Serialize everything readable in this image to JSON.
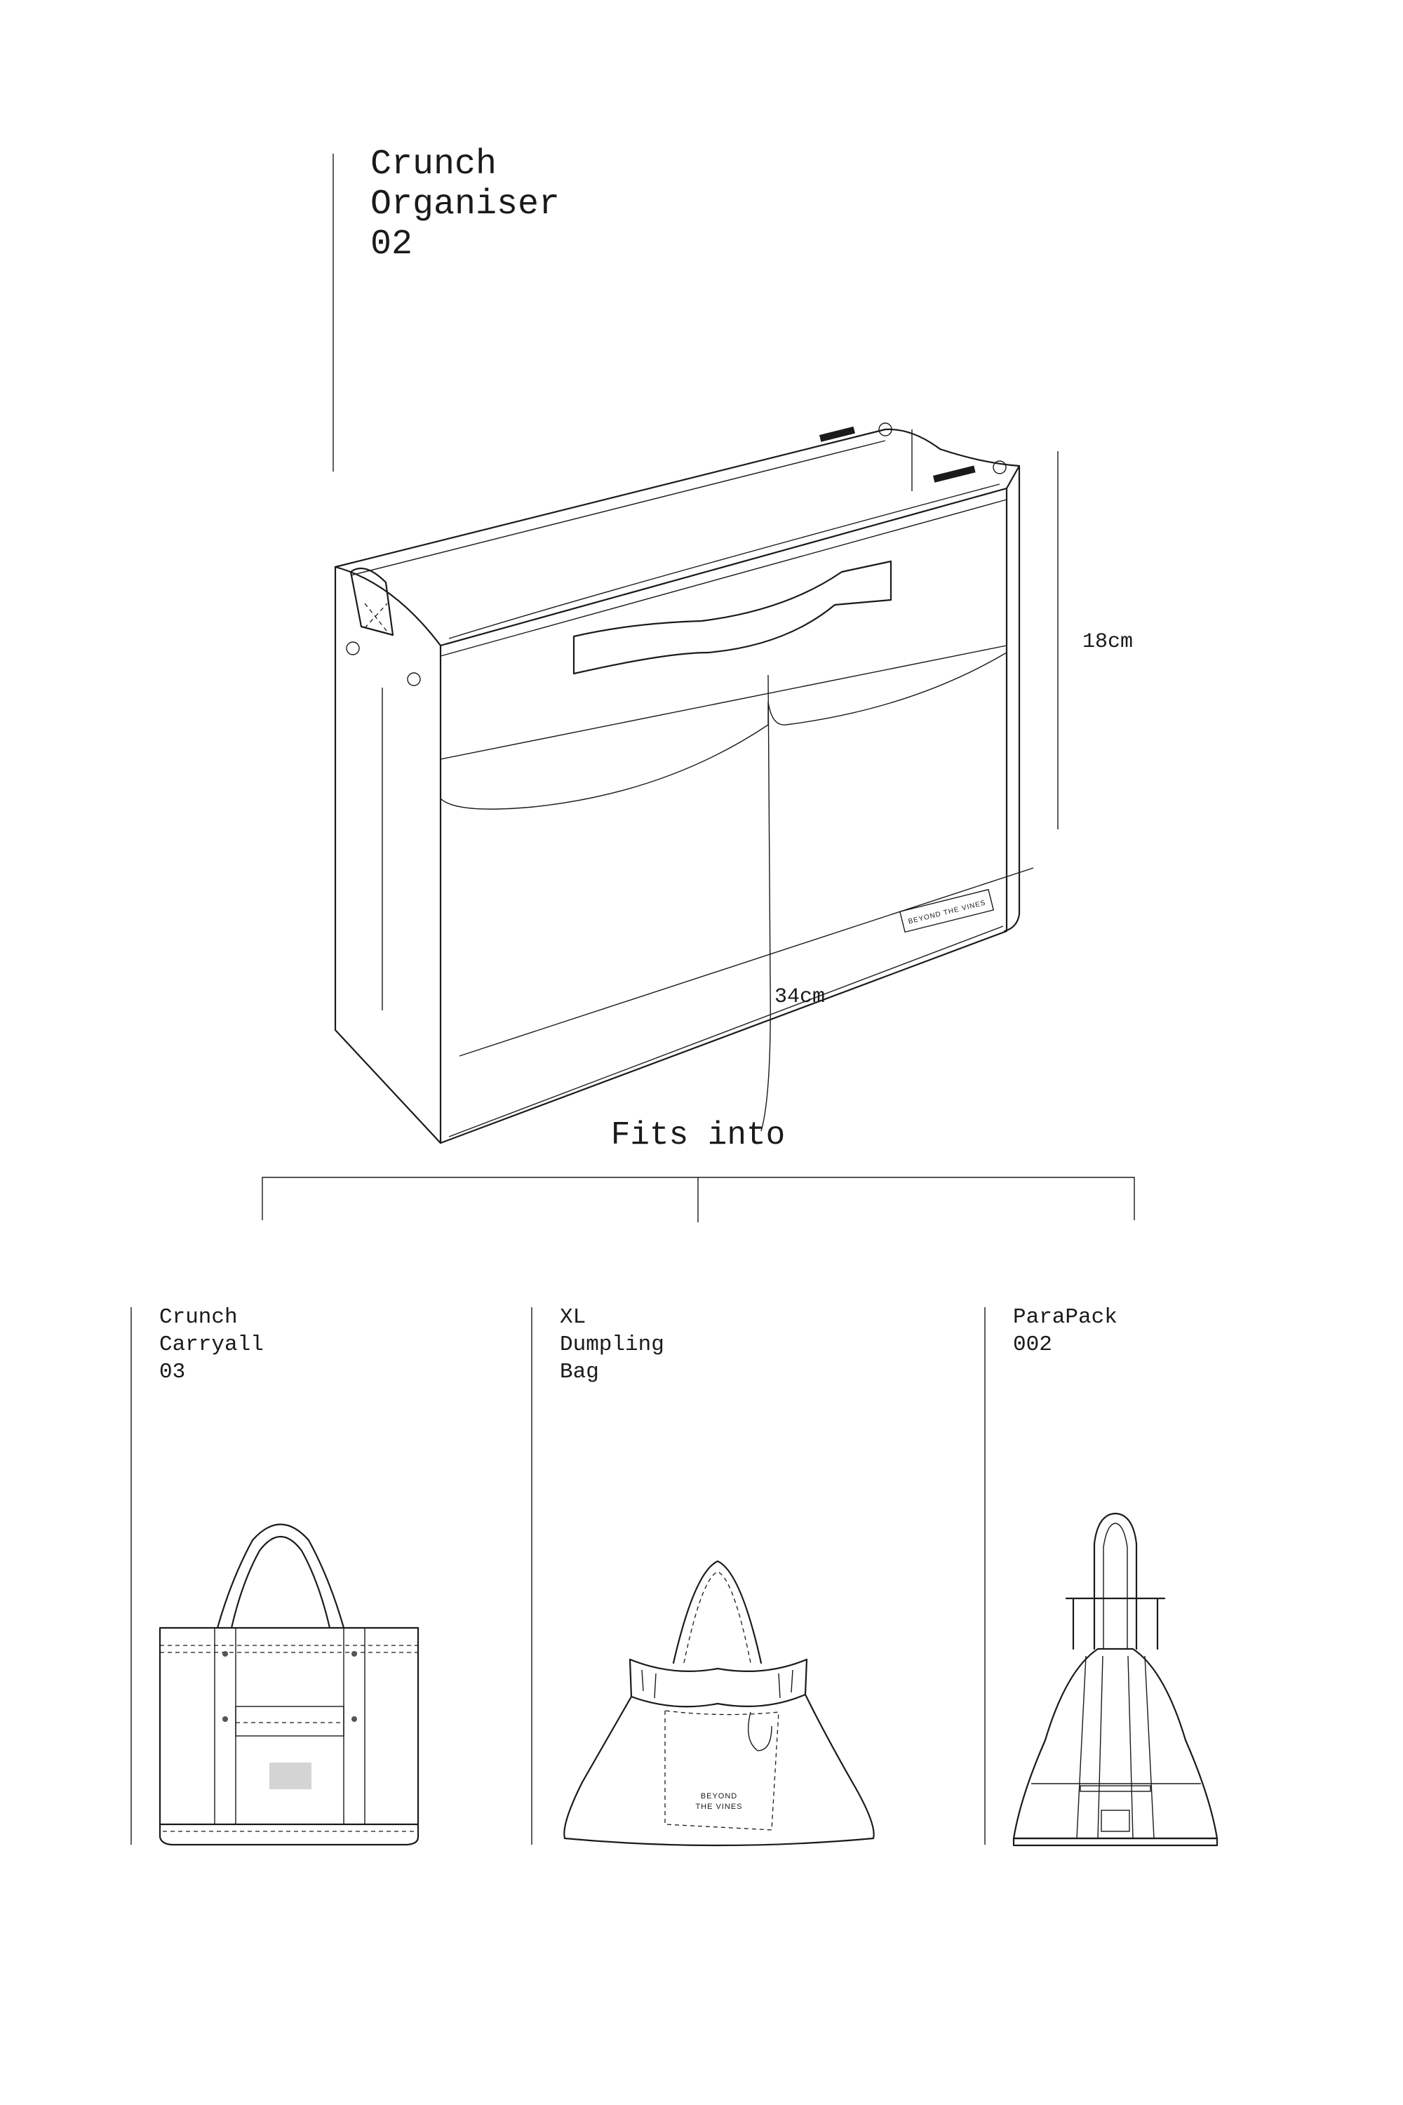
{
  "product": {
    "title_lines": [
      "Crunch",
      "Organiser",
      "02"
    ]
  },
  "dimensions": {
    "height": "18cm",
    "width": "34cm"
  },
  "brand_label": "BEYOND THE VINES",
  "fits_into": {
    "heading": "Fits into",
    "bags": [
      {
        "name_lines": [
          "Crunch",
          "Carryall",
          "03"
        ]
      },
      {
        "name_lines": [
          "XL",
          "Dumpling",
          "Bag"
        ]
      },
      {
        "name_lines": [
          "ParaPack",
          "002"
        ]
      }
    ]
  },
  "colors": {
    "line": "#1a1a1a",
    "label_patch": "#d4d4d4",
    "background": "#ffffff"
  }
}
